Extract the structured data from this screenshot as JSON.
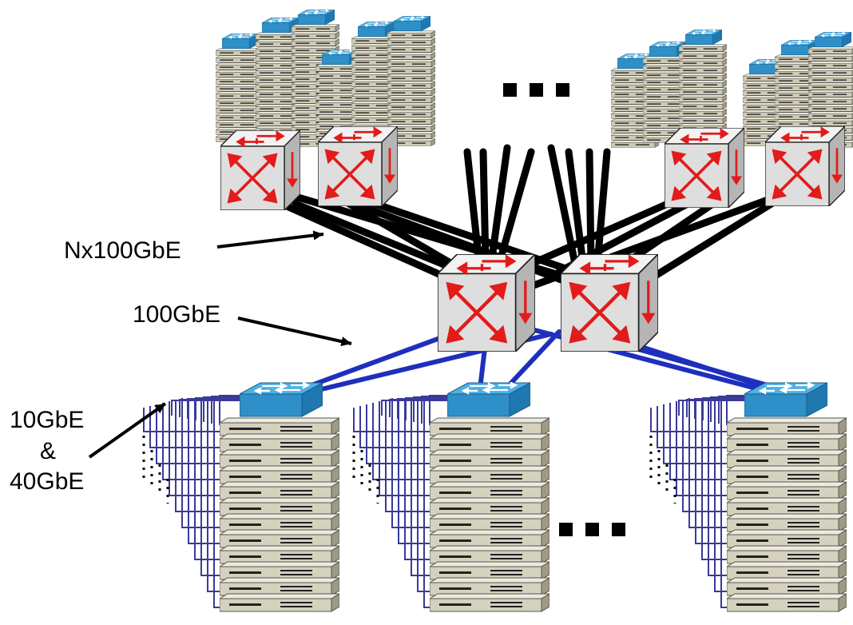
{
  "labels": {
    "nx100": "Nx100GbE",
    "gbe100": "100GbE",
    "gbe10": "10GbE",
    "amp": "&",
    "gbe40": "40GbE"
  },
  "ellipsis": {
    "top": "...",
    "bottom": "..."
  },
  "colors": {
    "black_link": "#000000",
    "blue_link": "#1e2fbe",
    "server_cable": "#3a3a9a",
    "switch_blue": "#3f9fd6",
    "server_beige": "#d6d1bc",
    "router_grey": "#d8d8d8",
    "router_arrow": "#e21b1b"
  }
}
